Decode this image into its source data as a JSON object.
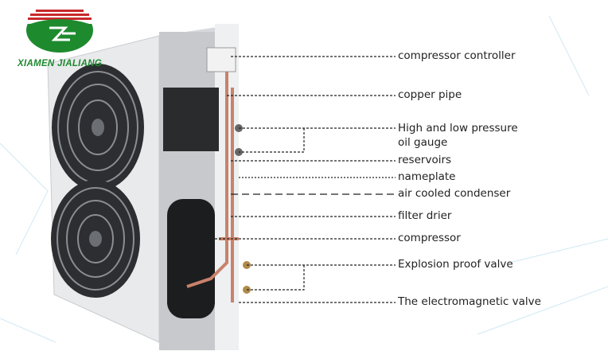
{
  "logo": {
    "text": "XIAMEN JIALIANG",
    "colors": {
      "green": "#1d8a2e",
      "red": "#c8282a"
    }
  },
  "labels": [
    "compressor controller",
    "copper pipe",
    "High and low pressure",
    "oil gauge",
    "reservoirs",
    "nameplate",
    "air cooled condenser",
    "filter drier",
    "compressor",
    "Explosion proof valve",
    "The electromagnetic valve"
  ]
}
